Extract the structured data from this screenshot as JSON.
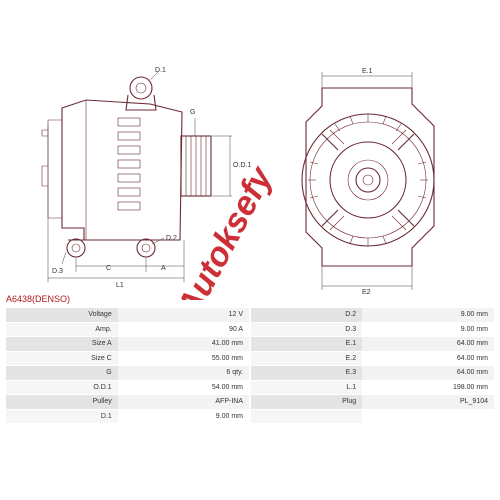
{
  "drawing": {
    "labels": {
      "d1": "D.1",
      "d2": "D.2",
      "d3": "D.3",
      "g": "G",
      "od1": "O.D.1",
      "a": "A",
      "c": "C",
      "l1": "L1",
      "e1": "E.1",
      "e2": "E2"
    },
    "watermark": "Autoksefy",
    "accent_color": "#c81e24",
    "line_color": "#6a2a33"
  },
  "part_title": "A6438(DENSO)",
  "specs": [
    {
      "left_label": "Voltage",
      "left_value": "12 V",
      "right_label": "D.2",
      "right_value": "9.00 mm"
    },
    {
      "left_label": "Amp.",
      "left_value": "90 A",
      "right_label": "D.3",
      "right_value": "9.00 mm"
    },
    {
      "left_label": "Size A",
      "left_value": "41.00 mm",
      "right_label": "E.1",
      "right_value": "64.00 mm"
    },
    {
      "left_label": "Size C",
      "left_value": "55.00 mm",
      "right_label": "E.2",
      "right_value": "64.00 mm"
    },
    {
      "left_label": "G",
      "left_value": "6 qty.",
      "right_label": "E.3",
      "right_value": "64.00 mm"
    },
    {
      "left_label": "O.D.1",
      "left_value": "54.00 mm",
      "right_label": "L.1",
      "right_value": "198.00 mm"
    },
    {
      "left_label": "Pulley",
      "left_value": "AFP-INA",
      "right_label": "Plug",
      "right_value": "PL_9104"
    },
    {
      "left_label": "D.1",
      "left_value": "9.00 mm",
      "right_label": "",
      "right_value": ""
    }
  ]
}
